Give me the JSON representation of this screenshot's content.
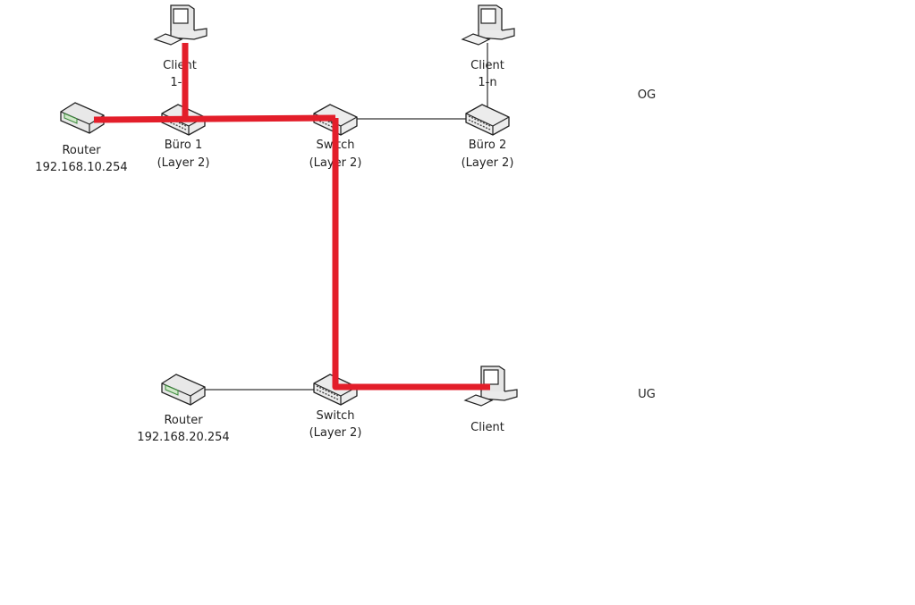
{
  "colors": {
    "highlight_path": "#e31e2a",
    "link": "#000000"
  },
  "zones": {
    "upper": "OG",
    "lower": "UG"
  },
  "nodes": {
    "client_1": {
      "icon": "pc-icon",
      "line1": "Client",
      "line2": "1-n"
    },
    "client_2": {
      "icon": "pc-icon",
      "line1": "Client",
      "line2": "1-n"
    },
    "router_og": {
      "icon": "router-icon",
      "line1": "Router",
      "line2": "192.168.10.254"
    },
    "buero_1": {
      "icon": "switch-icon",
      "line1": "Büro 1",
      "line2": "(Layer 2)"
    },
    "switch_og": {
      "icon": "switch-icon",
      "line1": "Switch",
      "line2": "(Layer 2)"
    },
    "buero_2": {
      "icon": "switch-icon",
      "line1": "Büro 2",
      "line2": "(Layer 2)"
    },
    "router_ug": {
      "icon": "router-icon",
      "line1": "Router",
      "line2": "192.168.20.254"
    },
    "switch_ug": {
      "icon": "switch-icon",
      "line1": "Switch",
      "line2": "(Layer 2)"
    },
    "client_ug": {
      "icon": "pc-icon",
      "line1": "Client"
    }
  }
}
